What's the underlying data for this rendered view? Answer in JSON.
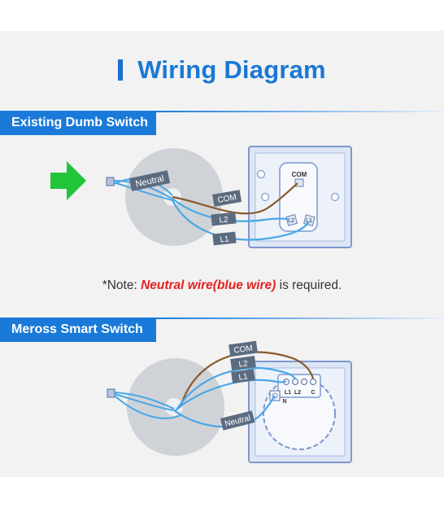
{
  "title": "Wiring Diagram",
  "sections": {
    "existing": "Existing Dumb Switch",
    "meross": "Meross Smart Switch"
  },
  "note": {
    "prefix": "*Note: ",
    "highlight": "Neutral wire(blue wire)",
    "suffix": " is required."
  },
  "labels": {
    "neutral": "Neutral",
    "com": "COM",
    "l2": "L2",
    "l1": "L1",
    "terminal_com": "COM",
    "terminal_l2": "L2",
    "terminal_l1": "L1",
    "smart_l1": "L1",
    "smart_l2": "L2",
    "smart_c": "C",
    "smart_n": "N"
  },
  "colors": {
    "accent": "#1a7ad9",
    "blue_wire": "#49a7e6",
    "brown_wire": "#8a5a2b",
    "arrow": "#22c43a",
    "note_red": "#e52020"
  }
}
